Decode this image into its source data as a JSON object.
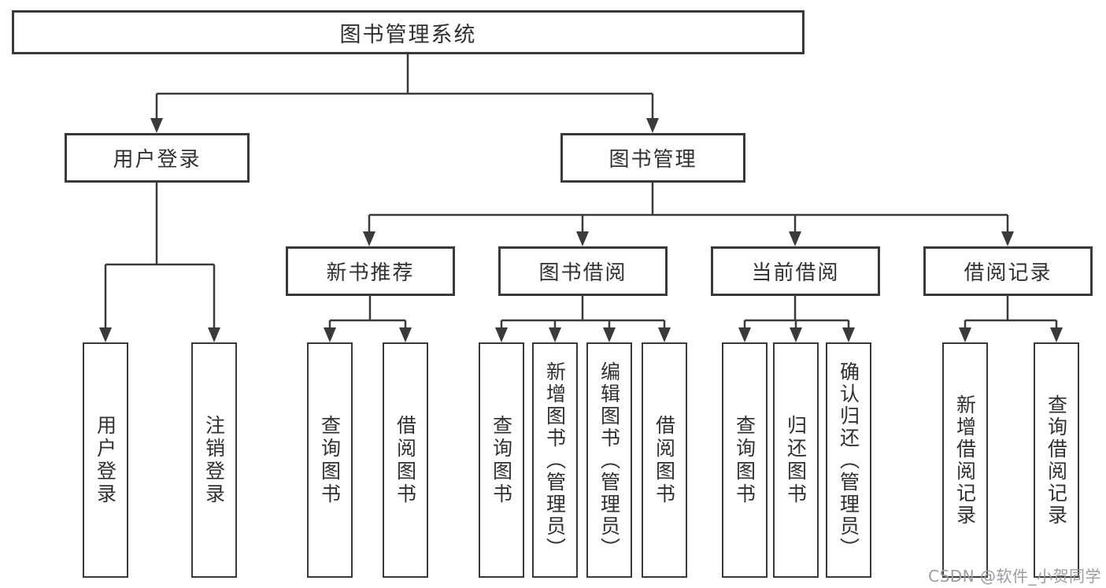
{
  "diagram": {
    "type": "hierarchy-chart",
    "root": {
      "label": "图书管理系统"
    },
    "branches": [
      {
        "label": "用户登录",
        "children": [
          {
            "label": "用户登录"
          },
          {
            "label": "注销登录"
          }
        ]
      },
      {
        "label": "图书管理",
        "children": [
          {
            "label": "新书推荐",
            "children": [
              {
                "label": "查询图书"
              },
              {
                "label": "借阅图书"
              }
            ]
          },
          {
            "label": "图书借阅",
            "children": [
              {
                "label": "查询图书"
              },
              {
                "label": "新增图书（管理员）"
              },
              {
                "label": "编辑图书（管理员）"
              },
              {
                "label": "借阅图书"
              }
            ]
          },
          {
            "label": "当前借阅",
            "children": [
              {
                "label": "查询图书"
              },
              {
                "label": "归还图书"
              },
              {
                "label": "确认归还（管理员）"
              }
            ]
          },
          {
            "label": "借阅记录",
            "children": [
              {
                "label": "新增借阅记录"
              },
              {
                "label": "查询借阅记录"
              }
            ]
          }
        ]
      }
    ]
  },
  "watermark": {
    "text": "CSDN @软件_小贺同学",
    "color": "#9b9ba1"
  },
  "colors": {
    "line": "#3a3a3a",
    "text": "#303030",
    "background": "#ffffff"
  }
}
